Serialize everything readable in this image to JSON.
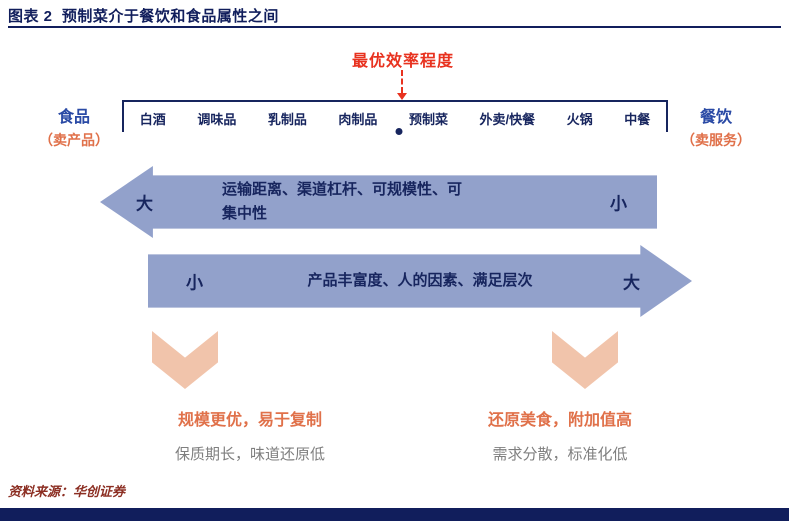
{
  "header": {
    "title": "图表 2  预制菜介于餐饮和食品属性之间"
  },
  "diagram": {
    "optimal_label": "最优效率程度",
    "axis": {
      "left_main": "食品",
      "left_sub": "（卖产品）",
      "right_main": "餐饮",
      "right_sub": "（卖服务）",
      "categories": [
        "白酒",
        "调味品",
        "乳制品",
        "肉制品",
        "预制菜",
        "外卖/快餐",
        "火锅",
        "中餐"
      ],
      "highlighted_category": "预制菜"
    },
    "scale_arrow_left": {
      "start_label": "大",
      "text": "运输距离、渠道杠杆、可规模性、可集中性",
      "end_label": "小"
    },
    "scale_arrow_right": {
      "start_label": "小",
      "text": "产品丰富度、人的因素、满足层次",
      "end_label": "大"
    },
    "conclusion_left": {
      "headline": "规模更优，易于复制",
      "subtext": "保质期长，味道还原低"
    },
    "conclusion_right": {
      "headline": "还原美食，附加值高",
      "subtext": "需求分散，标准化低"
    }
  },
  "footer": {
    "source": "资料来源：华创证券"
  },
  "colors": {
    "navy": "#111E5C",
    "axis_text": "#17255E",
    "red_accent": "#E8321F",
    "arrow_fill": "#92A1CB",
    "chevron_fill": "#F1C4AB",
    "orange_text": "#E0714A",
    "gray_text": "#7F7F7F",
    "source_text": "#8C2F23",
    "side_blue": "#2A4AA5"
  }
}
